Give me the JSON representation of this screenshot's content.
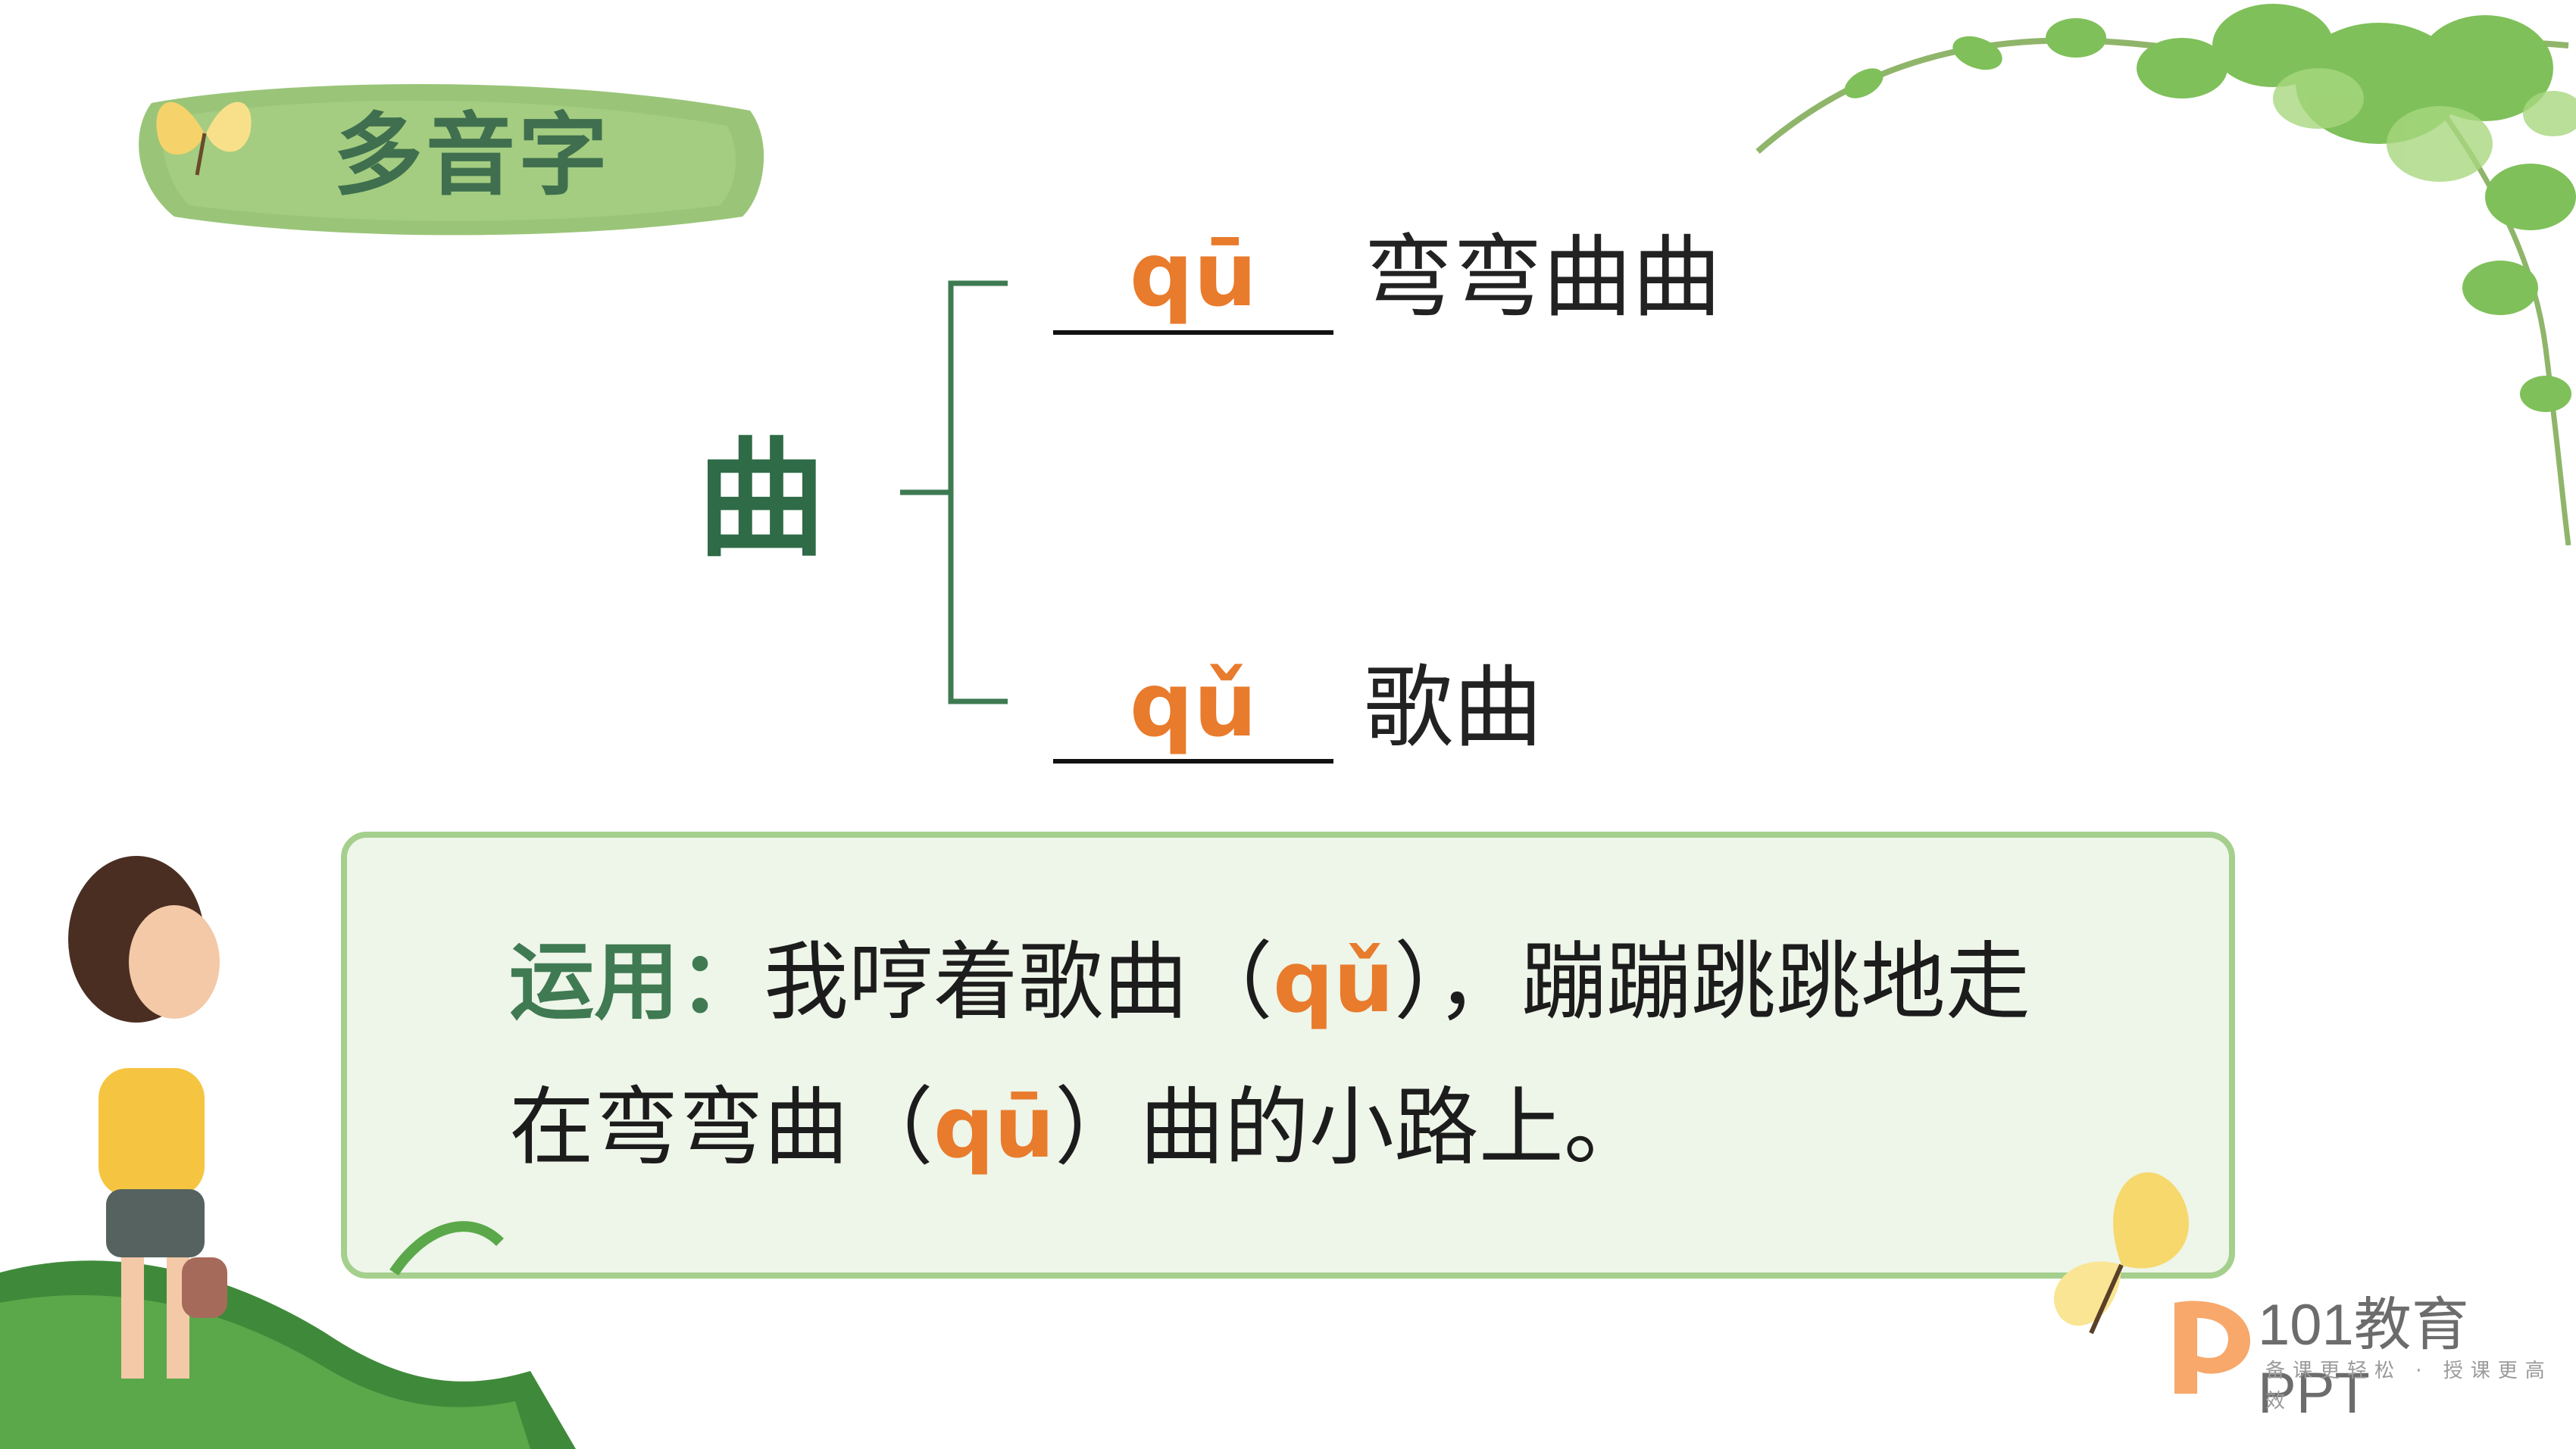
{
  "title": {
    "text": "多音字"
  },
  "diagram": {
    "character": "曲",
    "readings": [
      {
        "pinyin": "qū",
        "word": "弯弯曲曲"
      },
      {
        "pinyin": "qǔ",
        "word": "歌曲"
      }
    ]
  },
  "usage": {
    "label": "运用：",
    "line1_a": "我哼着歌曲（",
    "line1_py": "qǔ",
    "line1_b": "），蹦蹦跳跳地走",
    "line2_a": "在弯弯曲（",
    "line2_py": "qū",
    "line2_b": "）曲的小路上。"
  },
  "logo": {
    "text": "101教育PPT",
    "tagline": "备课更轻松 · 授课更高效"
  },
  "colors": {
    "accent_green": "#3f6f4e",
    "pinyin_orange": "#e87b2c",
    "box_fill": "#eef5e9",
    "box_border": "#a5cf8d"
  },
  "icons": [
    "butterfly-icon",
    "vine-leaves",
    "girl-illustration",
    "logo-p-icon"
  ]
}
